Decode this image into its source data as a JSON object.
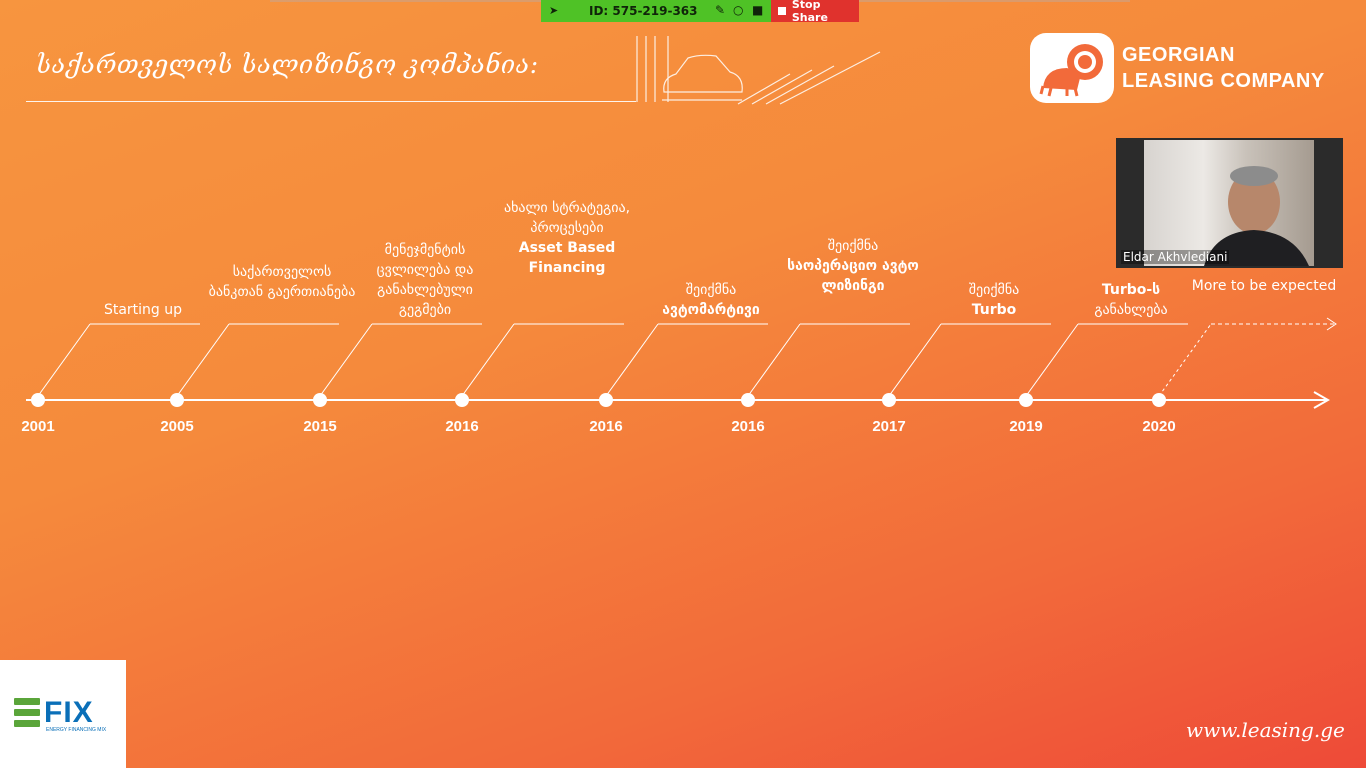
{
  "zoom": {
    "meeting_id": "ID: 575-219-363",
    "stop_share": "Stop Share"
  },
  "slide": {
    "title": "საქართველოს სალიზინგო კომპანია:",
    "logo_line1": "GEORGIAN",
    "logo_line2": "LEASING COMPANY",
    "website": "www.leasing.ge",
    "timeline": [
      {
        "year": "2001",
        "label": "Starting up",
        "bold": ""
      },
      {
        "year": "2005",
        "label": "საქართველოს ბანკთან გაერთიანება",
        "bold": ""
      },
      {
        "year": "2015",
        "label": "მენეჯმენტის ცვლილება და განახლებული გეგმები",
        "bold": ""
      },
      {
        "year": "2016",
        "label": "ახალი სტრატეგია, პროცესები",
        "bold": "Asset Based Financing"
      },
      {
        "year": "2016",
        "label": "შეიქმნა",
        "bold": "ავტომარტივი"
      },
      {
        "year": "2016",
        "label": "შეიქმნა",
        "bold": "საოპერაციო ავტო ლიზინგი"
      },
      {
        "year": "2017",
        "label": "შეიქმნა",
        "bold": "Turbo"
      },
      {
        "year": "2019",
        "label": "განახლება",
        "bold": "Turbo-ს"
      },
      {
        "year": "2020",
        "label": "More to be expected",
        "bold": ""
      }
    ]
  },
  "participant": {
    "name": "Eldar Akhvlediani"
  },
  "sponsor": {
    "name": "FIX",
    "tagline": "ENERGY FINANCING MIX"
  },
  "colors": {
    "accent_orange": "#f58a3c",
    "zoom_green": "#4fc226",
    "zoom_red": "#e0322d",
    "efix_blue": "#0a6fb8"
  }
}
